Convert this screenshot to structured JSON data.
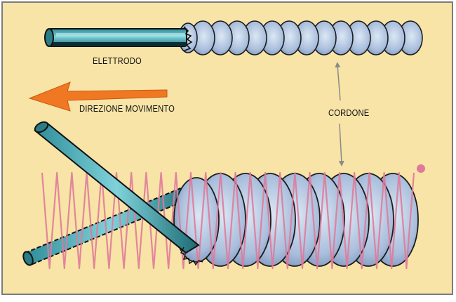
{
  "labels": {
    "electrode": "ELETTRODO",
    "direction": "DIREZIONE MOVIMENTO",
    "bead": "CORDONE"
  },
  "colors": {
    "background": "#f7e4a6",
    "frame": "#7b7b7b",
    "bead_fill": "#b4c6e0",
    "bead_outline": "#1c1c1c",
    "electrode_fill": "#5ab5c0",
    "arrow": "#f07822",
    "oscillation_path": "#e07a9a",
    "pointer": "#8a8a8a"
  },
  "icons": {
    "direction_arrow": "left-arrow-icon",
    "pointer_arrows": "double-arrow-icon"
  }
}
